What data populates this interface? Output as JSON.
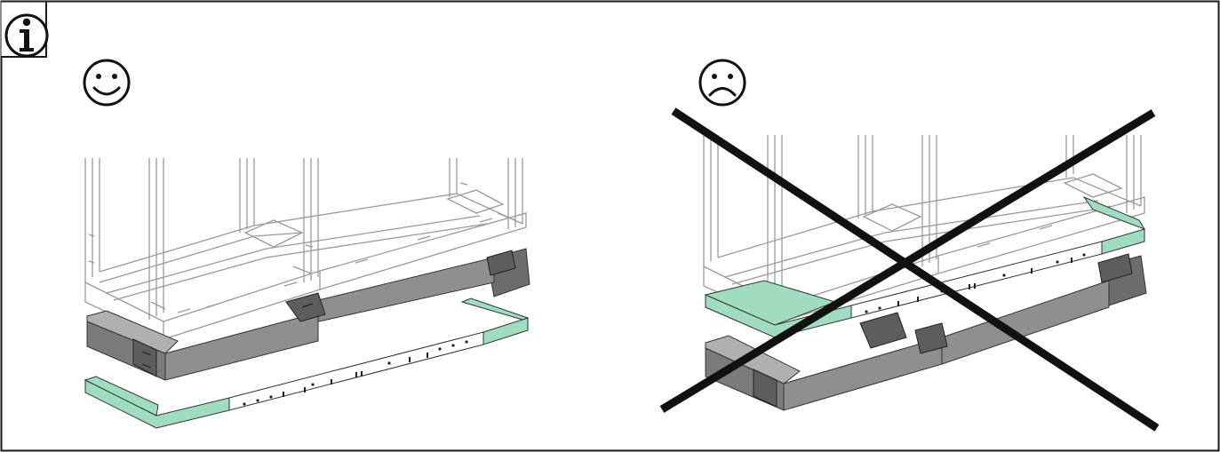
{
  "info_badge": {
    "icon": "info-icon",
    "glyph": "i"
  },
  "panels": [
    {
      "id": "correct",
      "face_icon": "smiley-face-icon",
      "verdict": "correct-assembly"
    },
    {
      "id": "incorrect",
      "face_icon": "frowning-face-icon",
      "verdict": "incorrect-assembly",
      "overlay": "cross-out-x"
    }
  ],
  "colors": {
    "frame_stroke": "#9a9a9a",
    "plinth_dark": "#8f8f8f",
    "plinth_side": "#6c6c6c",
    "rail_green": "#9fdcc0",
    "rail_white": "#ffffff",
    "cross": "#111111",
    "border": "#1a1a1a"
  }
}
